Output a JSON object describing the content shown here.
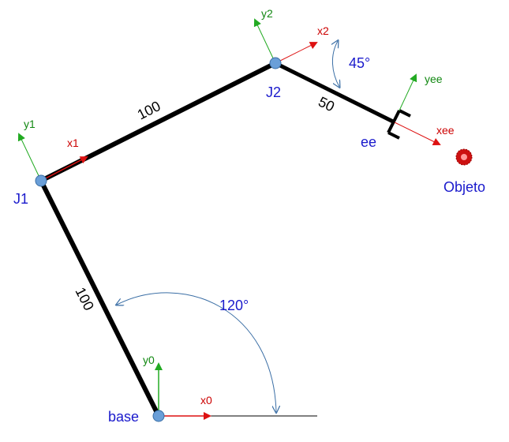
{
  "joints": {
    "base": "base",
    "j1": "J1",
    "j2": "J2",
    "ee": "ee"
  },
  "object_label": "Objeto",
  "links": {
    "link1": "100",
    "link2": "100",
    "link3": "50"
  },
  "angles": {
    "base_angle": "120°",
    "j2_angle": "45°"
  },
  "axes": {
    "x0": "x0",
    "y0": "y0",
    "x1": "x1",
    "y1": "y1",
    "x2": "x2",
    "y2": "y2",
    "xee": "xee",
    "yee": "yee"
  },
  "colors": {
    "link": "#000000",
    "joint": "#6a9fd8",
    "x_axis": "#dd1111",
    "y_axis": "#22aa22",
    "label": "#1a1acc",
    "arc": "#3a6ea5",
    "object": "#cc1111"
  }
}
